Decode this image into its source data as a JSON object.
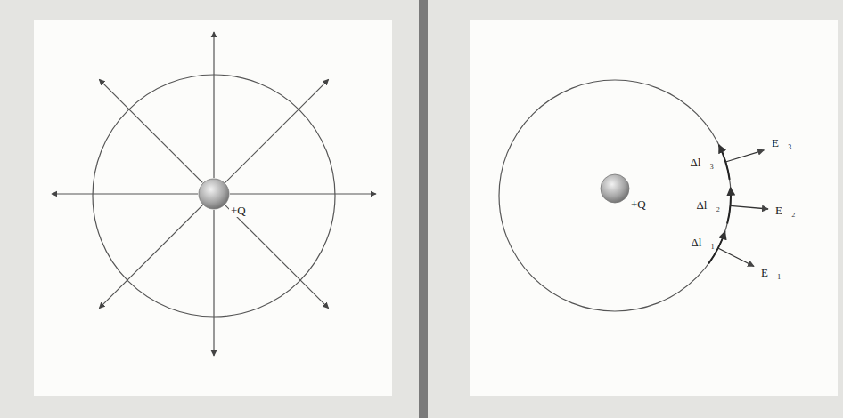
{
  "diagram": {
    "labels": [
      "+Q",
      "+Q",
      "Δl⃗₃",
      "E⃗₃",
      "Δl⃗₂",
      "E⃗₂",
      "Δl⃗₁",
      "E⃗₁"
    ]
  }
}
